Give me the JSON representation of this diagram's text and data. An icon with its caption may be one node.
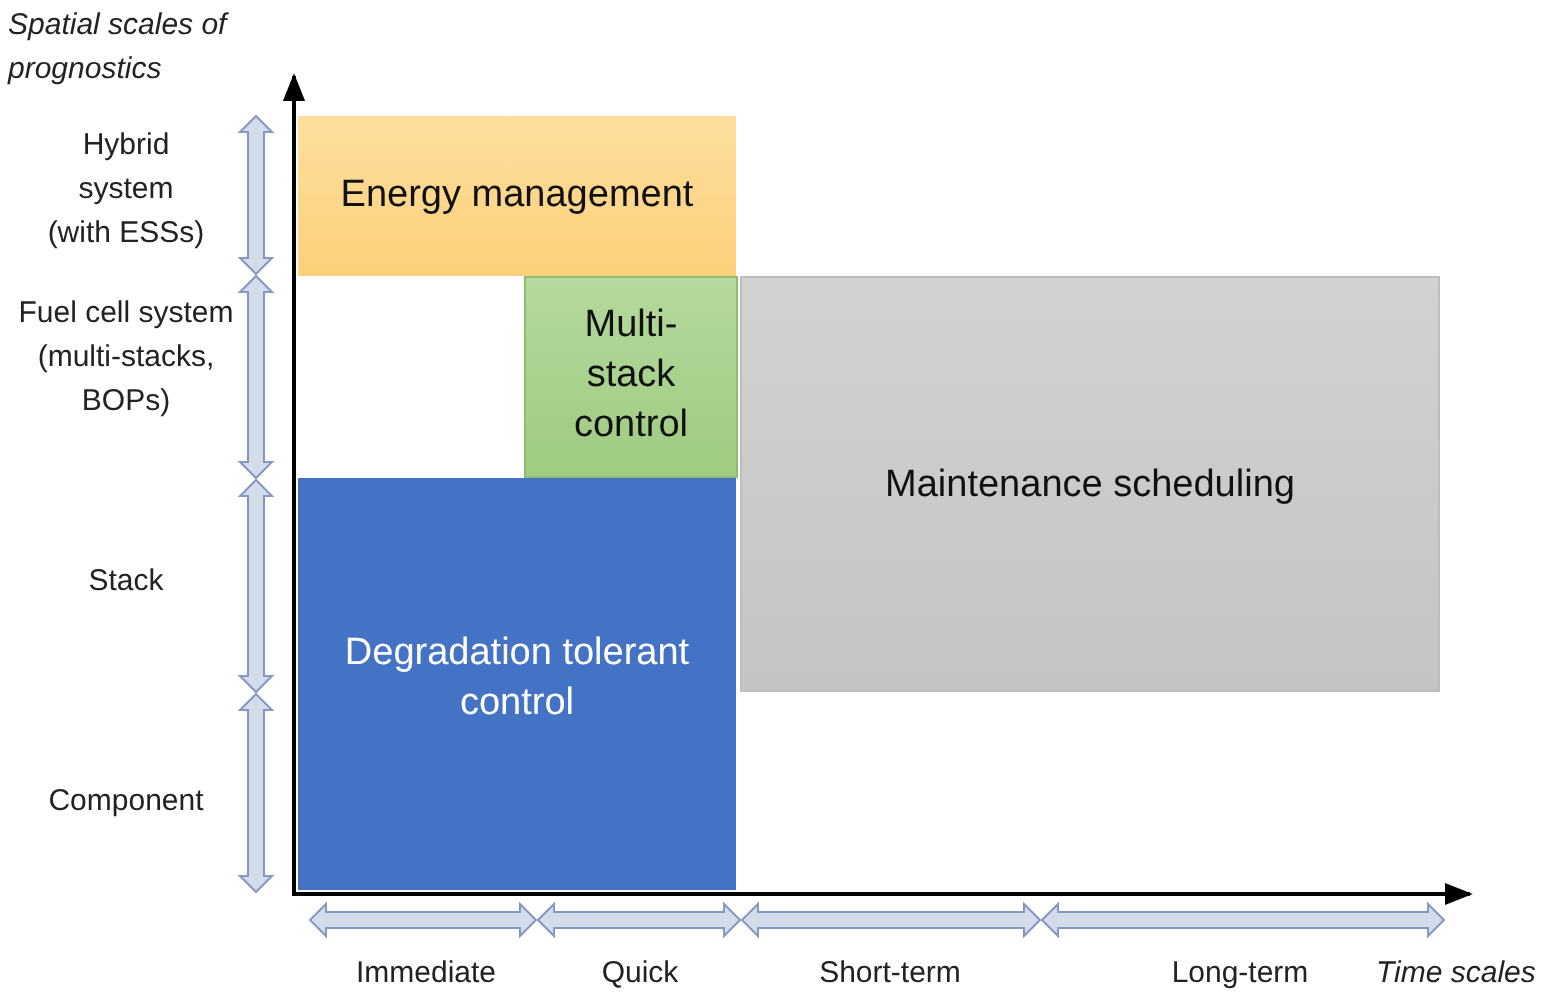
{
  "diagram": {
    "nodes": [
      {
        "text": [
          "Energy management"
        ]
      },
      {
        "text": [
          "Multi-stack control"
        ]
      },
      {
        "text": [
          "Maintenance scheduling"
        ]
      },
      {
        "text": [
          "Degradation tolerant control"
        ]
      }
    ],
    "labels": [
      "Spatial scales of prognostics",
      "Hybrid system (with ESSs)",
      "Fuel cell system (multi-stacks, BOPs)",
      "Stack",
      "Component",
      "Immediate",
      "Quick",
      "Short-term",
      "Long-term",
      "Time scales"
    ]
  }
}
